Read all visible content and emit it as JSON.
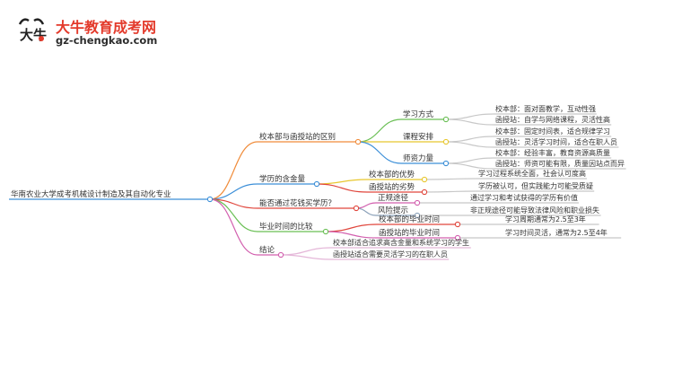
{
  "logo": {
    "mark": "大牛",
    "title": "大牛教育成考网",
    "url": "gz-chengkao.com"
  },
  "mindmap": {
    "root": "华南农业大学成考机械设计制造及其自动化专业",
    "branches": [
      {
        "label": "校本部与函授站的区别",
        "color": "#f08c3b",
        "children": [
          {
            "label": "学习方式",
            "color": "#6abf55",
            "children": [
              "校本部：面对面教学，互动性强",
              "函授站：自学与网络课程，灵活性高"
            ]
          },
          {
            "label": "课程安排",
            "color": "#e8c72e",
            "children": [
              "校本部：固定时间表，适合规律学习",
              "函授站：灵活学习时间，适合在职人员"
            ]
          },
          {
            "label": "师资力量",
            "color": "#3c8fd8",
            "children": [
              "校本部：经验丰富，教育资源高质量",
              "函授站：师资可能有限，质量因站点而异"
            ]
          }
        ]
      },
      {
        "label": "学历的含金量",
        "color": "#3c8fd8",
        "children": [
          {
            "label": "校本部的优势",
            "color": "#e8c72e",
            "children": [
              "学习过程系统全面，社会认可度高"
            ]
          },
          {
            "label": "函授站的劣势",
            "color": "#e0463c",
            "children": [
              "学历被认可，但实践能力可能受质疑"
            ]
          }
        ]
      },
      {
        "label": "能否通过花钱买学历？",
        "color": "#e0463c",
        "children": [
          {
            "label": "正规途径",
            "color": "#d25fae",
            "children": [
              "通过学习和考试获得的学历有价值"
            ]
          },
          {
            "label": "风险提示",
            "color": "#8aa0b8",
            "children": [
              "非正规途径可能导致法律风险和职业损失"
            ]
          }
        ]
      },
      {
        "label": "毕业时间的比较",
        "color": "#6abf55",
        "children": [
          {
            "label": "校本部的毕业时间",
            "color": "#e0463c",
            "children": [
              "学习周期通常为2.5至3年"
            ]
          },
          {
            "label": "函授站的毕业时间",
            "color": "#d25fae",
            "children": [
              "学习时间灵活，通常为2.5至4年"
            ]
          }
        ]
      },
      {
        "label": "结论",
        "color": "#d25fae",
        "children": [],
        "leaves": [
          "校本部适合追求高含金量和系统学习的学生",
          "函授站适合需要灵活学习的在职人员"
        ]
      }
    ]
  }
}
